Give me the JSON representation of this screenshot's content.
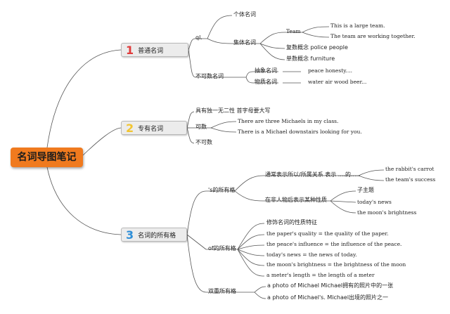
{
  "root": "名词导图笔记",
  "b1": {
    "num": "1",
    "label": "普通名词",
    "num_color": "#e03b3b",
    "ql": "ql.",
    "individual": "个体名词",
    "collective": "集体名词",
    "team": "Team",
    "team_ex1": "This is a large team.",
    "team_ex2": "The team are working together.",
    "plural": "复数概念 police people",
    "singular": "单数概念 furniture",
    "uncountable": "不可数名词",
    "abstract": "抽象名词",
    "abstract_ex": "peace honesty....",
    "material": "物质名词",
    "material_ex": "water air wood beer..."
  },
  "b2": {
    "num": "2",
    "label": "专有名词",
    "num_color": "#f2c531",
    "unique": "具有独一无二性 首字母要大写",
    "countable": "可数",
    "count_ex1": "There are three Michaels in my class.",
    "count_ex2": "There is a Michael downstairs looking for you.",
    "uncountable": "不可数"
  },
  "b3": {
    "num": "3",
    "label": "名词的所有格",
    "num_color": "#2f8fd8",
    "s_poss": "'s的所有格",
    "s_usual": "通常表示所以/所属关系 表示 ....的.....",
    "s_usual_ex1": "the rabbit's carrot",
    "s_usual_ex2": "the team's success",
    "s_nonhuman": "在非人物后表示某种性质",
    "s_nh_ex1": "子主题",
    "s_nh_ex2": "today's news",
    "s_nh_ex3": "the moon's brightness",
    "of_poss": "of的所有格",
    "of_1": "修饰名词的性质特征",
    "of_2": "the paper's quality = the quality of the paper.",
    "of_3": "the peace's influence = the influence of the peace.",
    "of_4": "today's news = the news of today.",
    "of_5": "the moon's brightness = the brightness of the moon",
    "of_6": "a meter's length = the length of a meter",
    "double": "双重所有格",
    "double_1": "a photo of Michael Michael拥有的照片中的一张",
    "double_2": "a photo of Michael's. Michael出境的照片之一"
  }
}
